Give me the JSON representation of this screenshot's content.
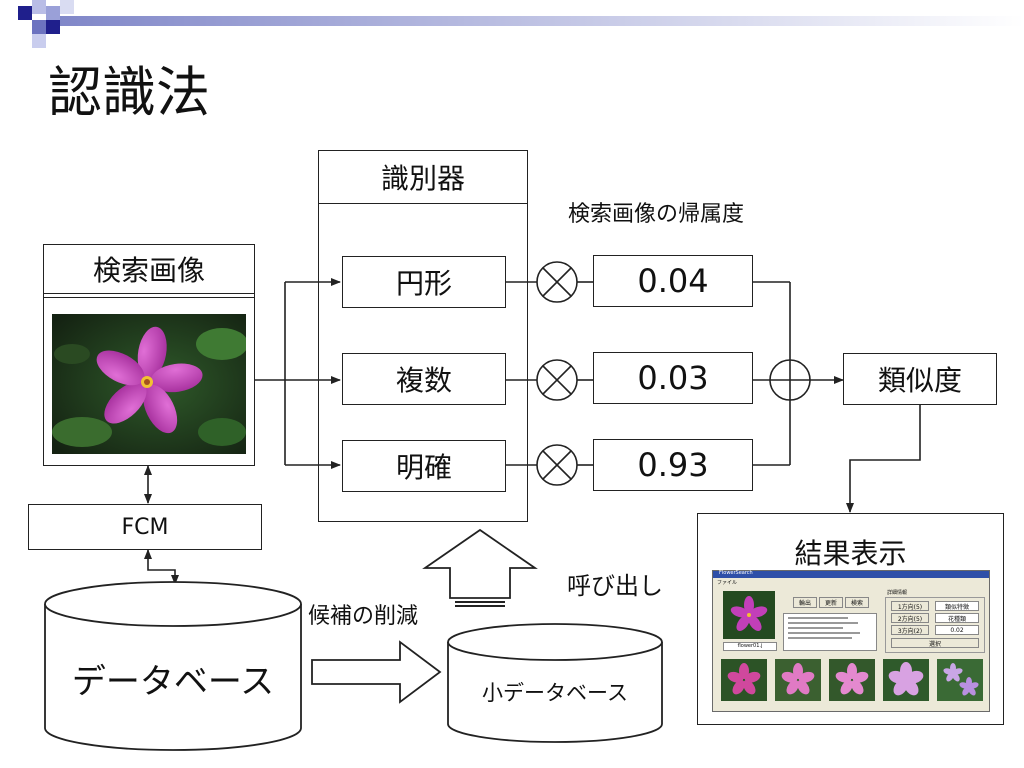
{
  "slide": {
    "title": "認識法",
    "colors": {
      "accent": "#1f1f8c",
      "accent_light": "#9aa0d8",
      "stroke": "#222222",
      "petal": "#c23fb8"
    }
  },
  "query_image": {
    "label": "検索画像",
    "icon": "flower-photo"
  },
  "classifier": {
    "label": "識別器",
    "items": [
      {
        "name": "円形",
        "membership": "0.04"
      },
      {
        "name": "複数",
        "membership": "0.03"
      },
      {
        "name": "明確",
        "membership": "0.93"
      }
    ]
  },
  "membership_label": "検索画像の帰属度",
  "similarity_label": "類似度",
  "fcm_label": "FCM",
  "database_label": "データベース",
  "small_database_label": "小データベース",
  "reduction_label": "候補の削減",
  "call_label": "呼び出し",
  "result": {
    "label": "結果表示",
    "window_title": "FlowerSearch",
    "menu": "ファイル",
    "buttons": [
      "輪出",
      "更新",
      "検索"
    ],
    "filename": "flower01.j",
    "info_heading": "詳細情報",
    "info_buttons": [
      "1方向(5)",
      "2方向(5)",
      "3方向(2)"
    ],
    "info_values": [
      "類似特徴",
      "花種類",
      "0.02"
    ],
    "ok_label": "選択"
  }
}
